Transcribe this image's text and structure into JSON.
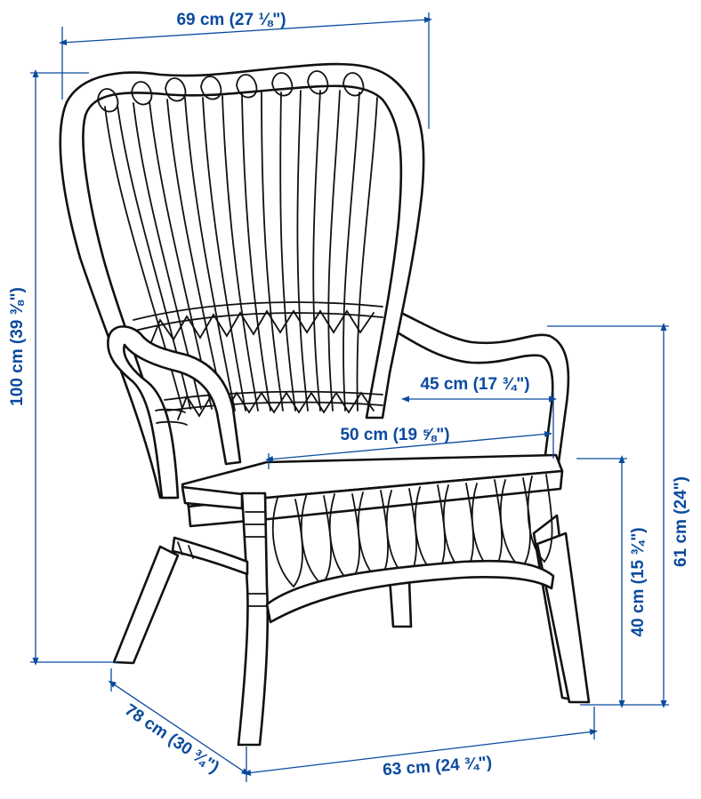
{
  "product": "rattan high-back armchair",
  "accent_color": "#0a4a9e",
  "dimensions": {
    "width": "69 cm (27 ⅛\")",
    "height": "100 cm (39 ⅜\")",
    "seat_depth": "45 cm (17 ¾\")",
    "seat_width": "50 cm (19 ⅝\")",
    "armrest_height": "61 cm (24\")",
    "seat_height": "40 cm (15 ¾\")",
    "depth": "78 cm (30 ¾\")",
    "base_width": "63 cm (24 ¾\")"
  }
}
